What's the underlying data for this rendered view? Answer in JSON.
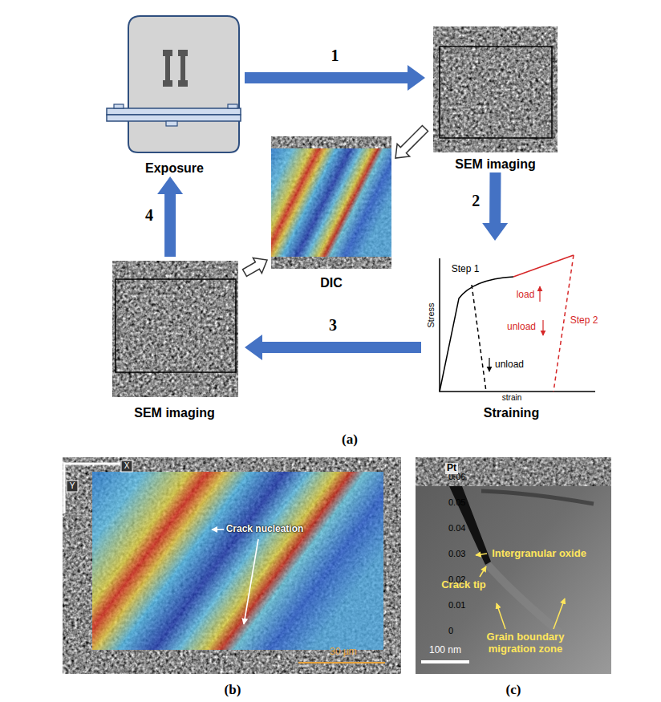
{
  "diagram": {
    "nodes": [
      {
        "text": [
          "Exposure"
        ]
      },
      {
        "text": [
          "SEM imaging"
        ]
      },
      {
        "text": [
          "DIC"
        ]
      },
      {
        "text": [
          "Straining"
        ]
      },
      {
        "text": [
          "SEM imaging"
        ]
      }
    ],
    "edges": [
      {
        "from": 0,
        "to": 1,
        "arrow": "to",
        "label": "1"
      },
      {
        "from": 1,
        "to": 3,
        "arrow": "to",
        "label": "2"
      },
      {
        "from": 3,
        "to": 4,
        "arrow": "to",
        "label": "3"
      },
      {
        "from": 4,
        "to": 0,
        "arrow": "to",
        "label": "4"
      },
      {
        "from": 1,
        "to": 2,
        "arrow": "to"
      },
      {
        "from": 4,
        "to": 2,
        "arrow": "to"
      }
    ],
    "labels": [
      "Step 1",
      "load",
      "unload",
      "Step 2",
      "unload",
      "Stress",
      "strain",
      "(a)",
      "Crack nucleation",
      "X",
      "Y",
      "30 µm",
      "0.06",
      "0.05",
      "0.04",
      "0.03",
      "0.02",
      "0.01",
      "0",
      "(b)",
      "Pt",
      "Intergranular oxide",
      "Crack tip",
      "Grain boundary migration zone",
      "100 nm",
      "(c)"
    ]
  }
}
